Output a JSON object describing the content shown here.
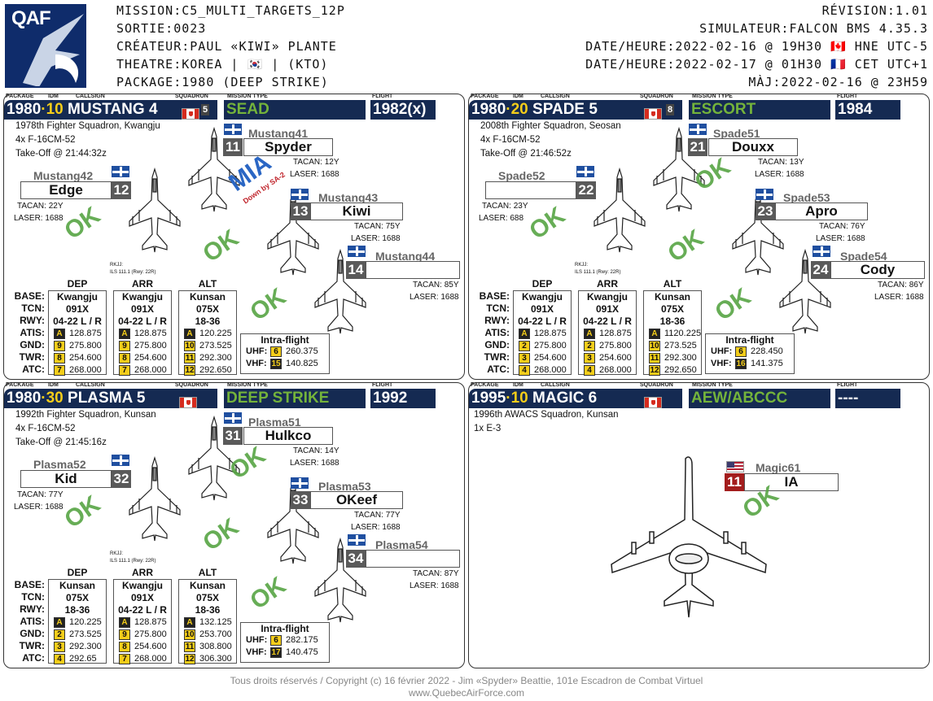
{
  "logo_text": "QAF",
  "header": {
    "left": [
      {
        "label": "MISSION:",
        "value": "C5_MULTI_TARGETS_12P"
      },
      {
        "label": "SORTIE:",
        "value": "0023"
      },
      {
        "label": "CRÉATEUR:",
        "value": "PAUL «KIWI» PLANTE"
      },
      {
        "label": "THEATRE:",
        "value": "KOREA | 🇰🇷 | (KTO)"
      },
      {
        "label": "PACKAGE:",
        "value": "1980 (DEEP STRIKE)"
      }
    ],
    "right": [
      {
        "label": "RÉVISION:",
        "value": "1.01"
      },
      {
        "label": "SIMULATEUR:",
        "value": "FALCON BMS 4.35.3"
      },
      {
        "label": "DATE/HEURE:",
        "value": "2022-02-16 @ 19H30 🇨🇦 HNE UTC-5"
      },
      {
        "label": "DATE/HEURE:",
        "value": "2022-02-17 @ 01H30 🇫🇷 CET UTC+1"
      },
      {
        "label": "MÀJ:",
        "value": "2022-02-16 @ 23H59"
      }
    ]
  },
  "labels": {
    "package": "PACKAGE",
    "idm": "IDM",
    "callsign": "CALLSIGN",
    "squadron": "SQUADRON",
    "mission_type": "MISSION TYPE",
    "flight": "FLIGHT",
    "dep": "DEP",
    "arr": "ARR",
    "alt": "ALT",
    "base": "BASE:",
    "tcn": "TCN:",
    "rwy": "RWY:",
    "atis": "ATIS:",
    "gnd": "GND:",
    "twr": "TWR:",
    "atc": "ATC:",
    "intra": "Intra-flight",
    "uhf": "UHF:",
    "vhf": "VHF:"
  },
  "panels": [
    {
      "pkg": "1980",
      "idm": "10",
      "callsign": "MUSTANG 4",
      "sqn": "5",
      "mission": "SEAD",
      "flight": "1982(x)",
      "info": [
        "1978th Fighter Squadron, Kwangju",
        "4x F-16CM-52",
        "Take-Off @ 21:44:32z"
      ],
      "pilots": [
        {
          "cs": "Mustang41",
          "num": "11",
          "name": "Spyder",
          "tacan": "TACAN: 12Y",
          "laser": "LASER: 1688",
          "status": "MIA",
          "sub": "Down by SA-2"
        },
        {
          "cs": "Mustang42",
          "num": "12",
          "name": "Edge",
          "tacan": "TACAN: 22Y",
          "laser": "LASER: 1688",
          "status": "OK"
        },
        {
          "cs": "Mustang43",
          "num": "13",
          "name": "Kiwi",
          "tacan": "TACAN: 75Y",
          "laser": "LASER: 1688",
          "status": "OK"
        },
        {
          "cs": "Mustang44",
          "num": "14",
          "name": "",
          "tacan": "TACAN: 85Y",
          "laser": "LASER: 1688",
          "status": "OK"
        }
      ],
      "rkjj": [
        "RKJJ:",
        "ILS 111.1 (Rwy: 22R)"
      ],
      "cols": [
        {
          "base": "Kwangju",
          "tcn": "091X",
          "rwy": "04-22 L / R",
          "f": [
            [
              "A",
              "128.875"
            ],
            [
              "9",
              "275.800"
            ],
            [
              "8",
              "254.600"
            ],
            [
              "7",
              "268.000"
            ]
          ]
        },
        {
          "base": "Kwangju",
          "tcn": "091X",
          "rwy": "04-22 L / R",
          "f": [
            [
              "A",
              "128.875"
            ],
            [
              "9",
              "275.800"
            ],
            [
              "8",
              "254.600"
            ],
            [
              "7",
              "268.000"
            ]
          ]
        },
        {
          "base": "Kunsan",
          "tcn": "075X",
          "rwy": "18-36",
          "f": [
            [
              "A",
              "120.225"
            ],
            [
              "10",
              "273.525"
            ],
            [
              "11",
              "292.300"
            ],
            [
              "12",
              "292.650"
            ]
          ]
        }
      ],
      "intra": {
        "uhf": [
          "6",
          "260.375"
        ],
        "vhf": [
          "15",
          "140.825"
        ]
      }
    },
    {
      "pkg": "1980",
      "idm": "20",
      "callsign": "SPADE 5",
      "sqn": "8",
      "mission": "ESCORT",
      "flight": "1984",
      "info": [
        "2008th Fighter Squadron, Seosan",
        "4x F-16CM-52",
        "Take-Off @ 21:46:52z"
      ],
      "pilots": [
        {
          "cs": "Spade51",
          "num": "21",
          "name": "Douxx",
          "tacan": "TACAN: 13Y",
          "laser": "LASER: 1688",
          "status": "OK"
        },
        {
          "cs": "Spade52",
          "num": "22",
          "name": "",
          "tacan": "TACAN: 23Y",
          "laser": "LASER: 688",
          "status": "OK"
        },
        {
          "cs": "Spade53",
          "num": "23",
          "name": "Apro",
          "tacan": "TACAN: 76Y",
          "laser": "LASER: 1688",
          "status": "OK"
        },
        {
          "cs": "Spade54",
          "num": "24",
          "name": "Cody",
          "tacan": "TACAN: 86Y",
          "laser": "LASER: 1688",
          "status": "OK"
        }
      ],
      "rkjj": [
        "RKJJ:",
        "ILS 111.1 (Rwy: 22R)"
      ],
      "cols": [
        {
          "base": "Kwangju",
          "tcn": "091X",
          "rwy": "04-22 L / R",
          "f": [
            [
              "A",
              "128.875"
            ],
            [
              "2",
              "275.800"
            ],
            [
              "3",
              "254.600"
            ],
            [
              "4",
              "268.000"
            ]
          ]
        },
        {
          "base": "Kwangju",
          "tcn": "091X",
          "rwy": "04-22 L / R",
          "f": [
            [
              "A",
              "128.875"
            ],
            [
              "2",
              "275.800"
            ],
            [
              "3",
              "254.600"
            ],
            [
              "4",
              "268.000"
            ]
          ]
        },
        {
          "base": "Kunsan",
          "tcn": "075X",
          "rwy": "18-36",
          "f": [
            [
              "A",
              "1120.225"
            ],
            [
              "10",
              "273.525"
            ],
            [
              "11",
              "292.300"
            ],
            [
              "12",
              "292.650"
            ]
          ]
        }
      ],
      "intra": {
        "uhf": [
          "6",
          "228.450"
        ],
        "vhf": [
          "16",
          "141.375"
        ]
      }
    },
    {
      "pkg": "1980",
      "idm": "30",
      "callsign": "PLASMA 5",
      "sqn": "",
      "mission": "DEEP STRIKE",
      "flight": "1992",
      "info": [
        "1992th Fighter Squadron, Kunsan",
        "4x F-16CM-52",
        "Take-Off @ 21:45:16z"
      ],
      "pilots": [
        {
          "cs": "Plasma51",
          "num": "31",
          "name": "Hulkco",
          "tacan": "TACAN: 14Y",
          "laser": "LASER: 1688",
          "status": "OK"
        },
        {
          "cs": "Plasma52",
          "num": "32",
          "name": "Kid",
          "tacan": "TACAN: 77Y",
          "laser": "LASER: 1688",
          "status": "OK"
        },
        {
          "cs": "Plasma53",
          "num": "33",
          "name": "OKeef",
          "tacan": "TACAN: 77Y",
          "laser": "LASER: 1688",
          "status": "OK"
        },
        {
          "cs": "Plasma54",
          "num": "34",
          "name": "",
          "tacan": "TACAN: 87Y",
          "laser": "LASER: 1688",
          "status": "OK"
        }
      ],
      "rkjj": [
        "RKJJ:",
        "ILS 111.1 (Rwy: 22R)"
      ],
      "cols": [
        {
          "base": "Kunsan",
          "tcn": "075X",
          "rwy": "18-36",
          "f": [
            [
              "A",
              "120.225"
            ],
            [
              "2",
              "273.525"
            ],
            [
              "3",
              "292.300"
            ],
            [
              "4",
              "292.65"
            ]
          ]
        },
        {
          "base": "Kwangju",
          "tcn": "091X",
          "rwy": "04-22 L / R",
          "f": [
            [
              "A",
              "128.875"
            ],
            [
              "9",
              "275.800"
            ],
            [
              "8",
              "254.600"
            ],
            [
              "7",
              "268.000"
            ]
          ]
        },
        {
          "base": "Kunsan",
          "tcn": "075X",
          "rwy": "18-36",
          "f": [
            [
              "A",
              "132.125"
            ],
            [
              "10",
              "253.700"
            ],
            [
              "11",
              "308.800"
            ],
            [
              "12",
              "306.300"
            ]
          ]
        }
      ],
      "intra": {
        "uhf": [
          "6",
          "282.175"
        ],
        "vhf": [
          "17",
          "140.475"
        ]
      }
    },
    {
      "pkg": "1995",
      "idm": "10",
      "callsign": "MAGIC 6",
      "sqn": "",
      "mission": "AEW/ABCCC",
      "flight": "----",
      "info": [
        "1996th AWACS Squadron, Kunsan",
        "1x E-3"
      ],
      "pilots": [
        {
          "cs": "Magic61",
          "num": "11",
          "name": "IA",
          "status": "OK"
        }
      ]
    }
  ],
  "footer": [
    "Tous droits réservés / Copyright (c) 16 février 2022 - Jim «Spyder» Beattie, 101e Escadron de Combat Virtuel",
    "www.QuebecAirForce.com"
  ]
}
